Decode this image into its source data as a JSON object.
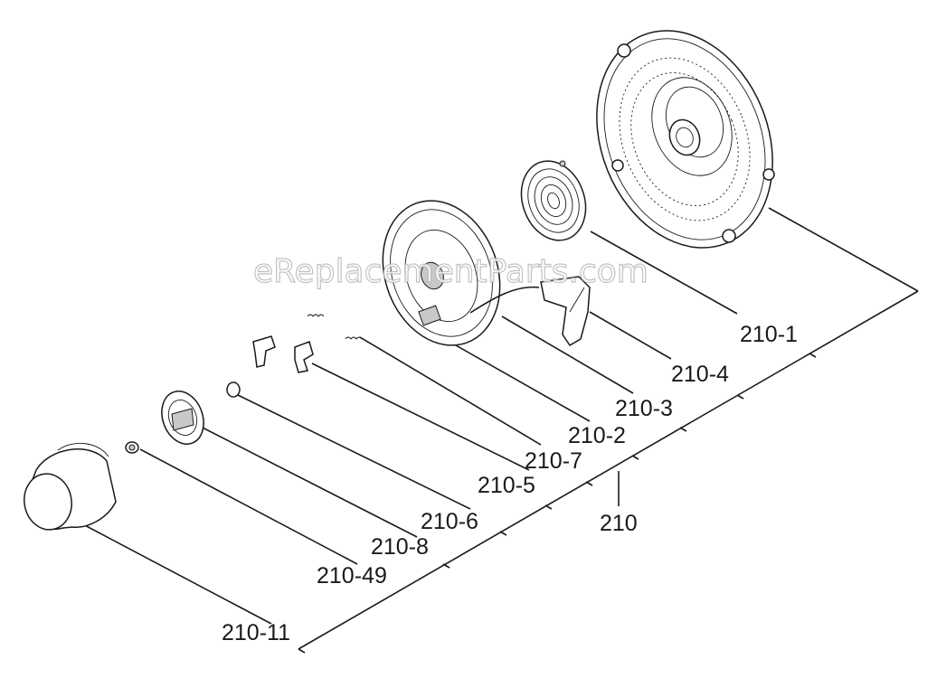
{
  "watermark": "eReplacementParts.com",
  "labels": {
    "p210_1": "210-1",
    "p210_4": "210-4",
    "p210_3": "210-3",
    "p210_2": "210-2",
    "p210_7": "210-7",
    "p210_5": "210-5",
    "p210_6": "210-6",
    "p210_8": "210-8",
    "p210_49": "210-49",
    "p210_11": "210-11",
    "p210": "210"
  }
}
